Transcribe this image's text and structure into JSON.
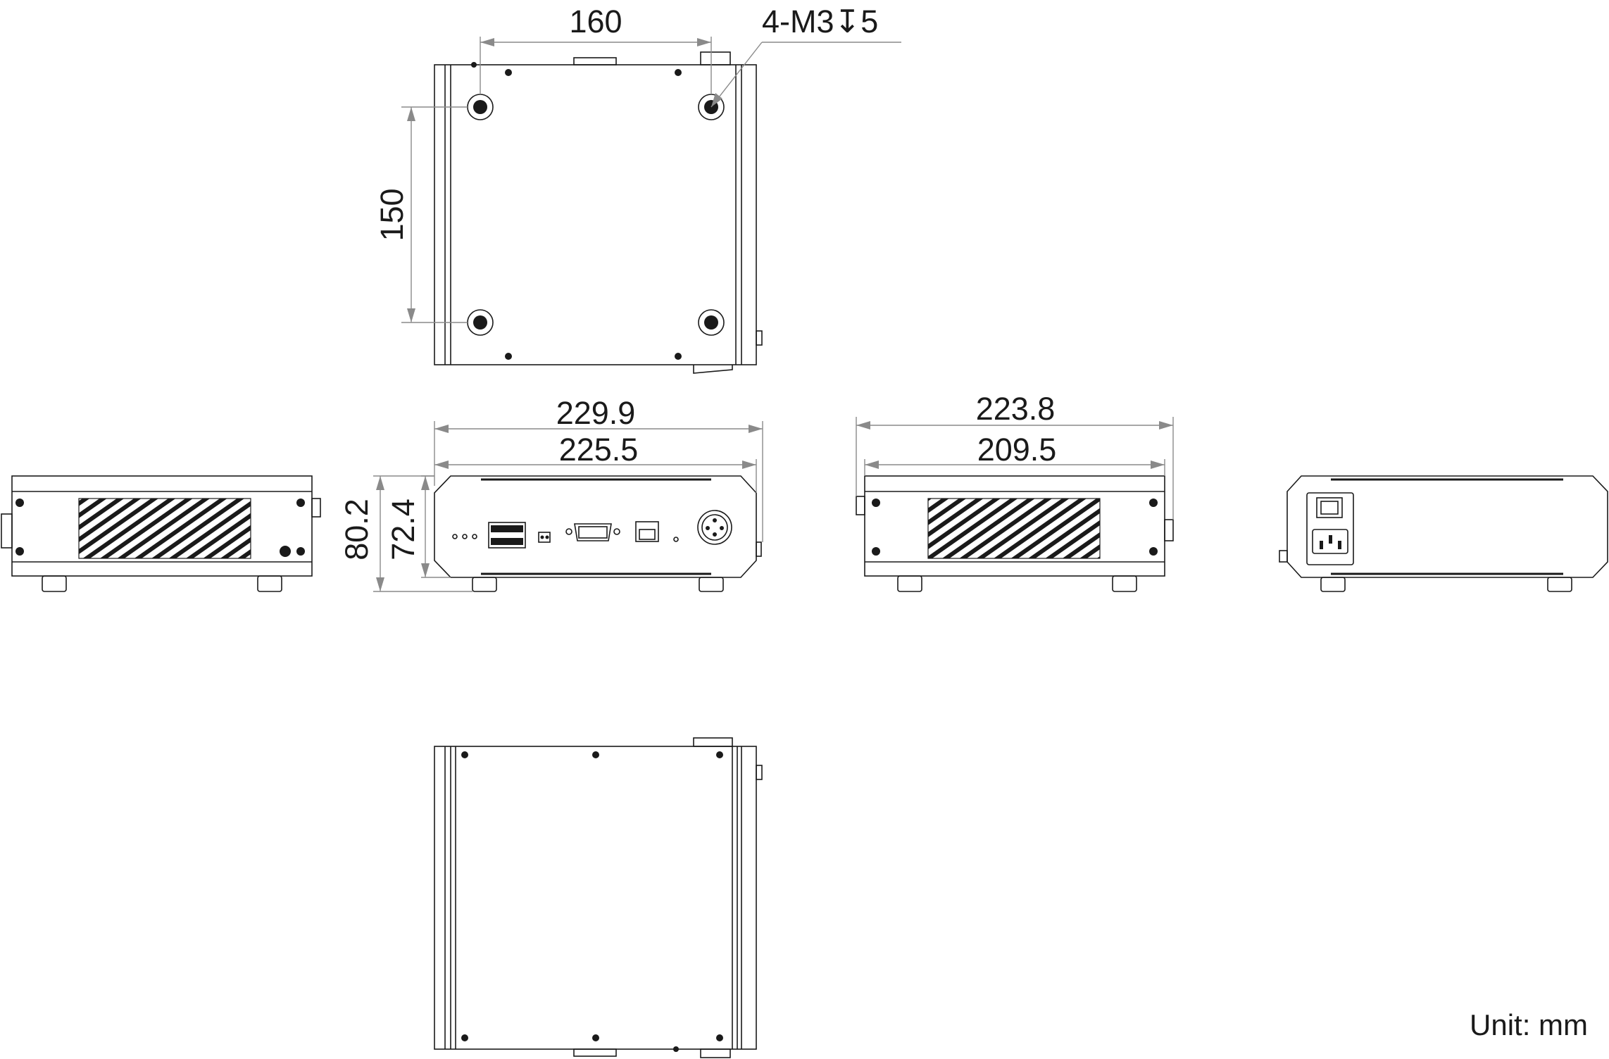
{
  "dimensions": {
    "top_view_width": "160",
    "mount_holes": "4-M3↧5",
    "top_view_depth": "150",
    "front_outer_width": "229.9",
    "front_inner_width": "225.5",
    "front_outer_height": "80.2",
    "front_inner_height": "72.4",
    "side_outer_width": "223.8",
    "side_inner_width": "209.5"
  },
  "unit_label": "Unit: mm"
}
